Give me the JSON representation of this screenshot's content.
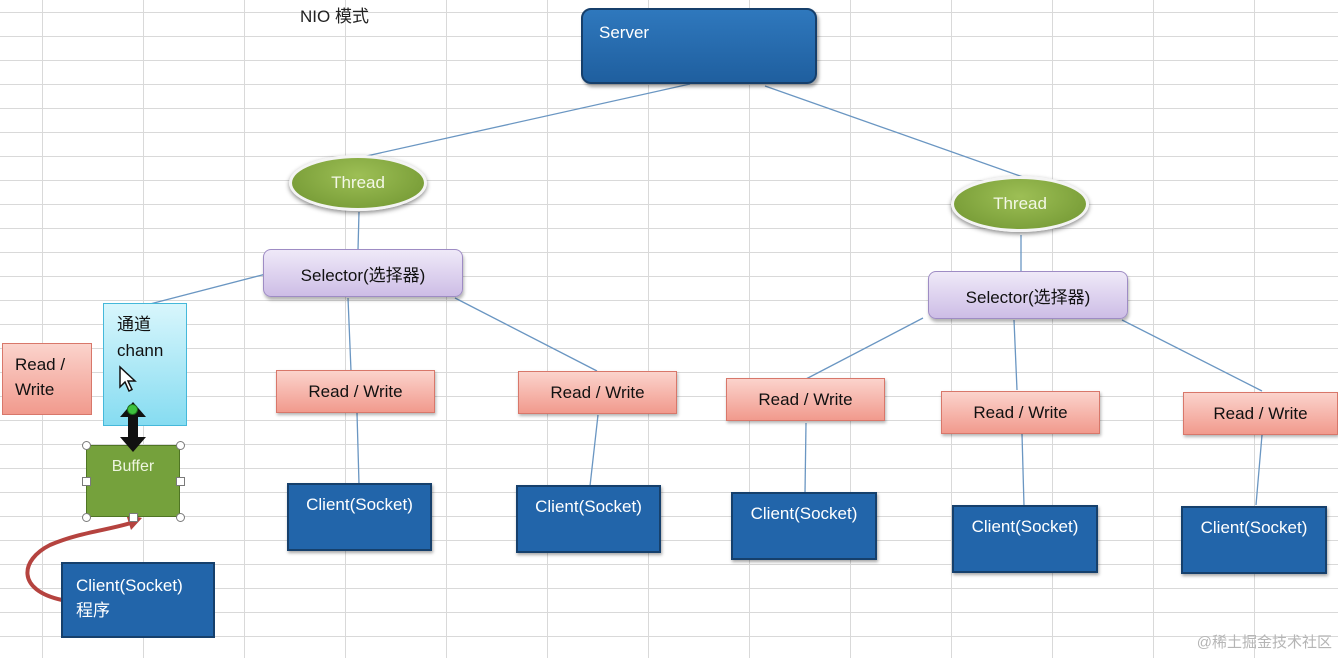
{
  "title": "NIO 模式",
  "server": {
    "label": "Server"
  },
  "groups": [
    {
      "thread": "Thread",
      "selector": "Selector(选择器)",
      "read_write": [
        "Read / Write",
        "Read / Write"
      ],
      "clients": [
        "Client(Socket)",
        "Client(Socket)"
      ]
    },
    {
      "thread": "Thread",
      "selector": "Selector(选择器)",
      "read_write": [
        "Read / Write",
        "Read / Write",
        "Read / Write"
      ],
      "clients": [
        "Client(Socket)",
        "Client(Socket)",
        "Client(Socket)"
      ]
    }
  ],
  "channel_branch": {
    "read_write_line1": "Read /",
    "read_write_line2": "Write",
    "channel_line1": "通道",
    "channel_line2": "chann",
    "buffer": "Buffer",
    "client_line1": "Client(Socket)",
    "client_line2": "程序"
  },
  "watermark": "@稀土掘金技术社区",
  "colors": {
    "server": "#1f5f9f",
    "thread": "#7ea23b",
    "selector": "#d9cdef",
    "read_write": "#f4a89c",
    "client": "#2265aa",
    "channel": "#a7e6f6",
    "buffer": "#75a13c",
    "curved_arrow": "#b5433f",
    "connector": "#6a96c2"
  }
}
